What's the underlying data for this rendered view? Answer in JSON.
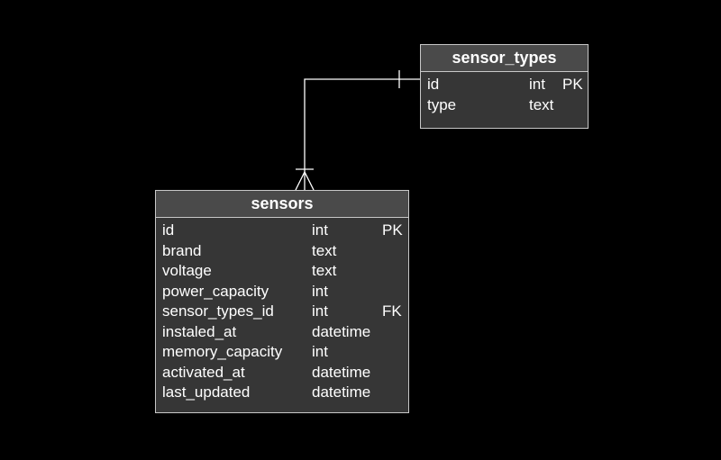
{
  "diagram": {
    "background": "#000000",
    "line_color": "#ffffff",
    "tables": {
      "sensor_types": {
        "name": "sensor_types",
        "columns": [
          {
            "name": "id",
            "type": "int",
            "key": "PK"
          },
          {
            "name": "type",
            "type": "text",
            "key": ""
          }
        ]
      },
      "sensors": {
        "name": "sensors",
        "columns": [
          {
            "name": "id",
            "type": "int",
            "key": "PK"
          },
          {
            "name": "brand",
            "type": "text",
            "key": ""
          },
          {
            "name": "voltage",
            "type": "text",
            "key": ""
          },
          {
            "name": "power_capacity",
            "type": "int",
            "key": ""
          },
          {
            "name": "sensor_types_id",
            "type": "int",
            "key": "FK"
          },
          {
            "name": "instaled_at",
            "type": "datetime",
            "key": ""
          },
          {
            "name": "memory_capacity",
            "type": "int",
            "key": ""
          },
          {
            "name": "activated_at",
            "type": "datetime",
            "key": ""
          },
          {
            "name": "last_updated",
            "type": "datetime",
            "key": ""
          }
        ]
      }
    },
    "relationships": [
      {
        "from": "sensors.sensor_types_id",
        "to": "sensor_types.id",
        "from_cardinality": "one-or-many",
        "to_cardinality": "exactly-one"
      }
    ]
  }
}
